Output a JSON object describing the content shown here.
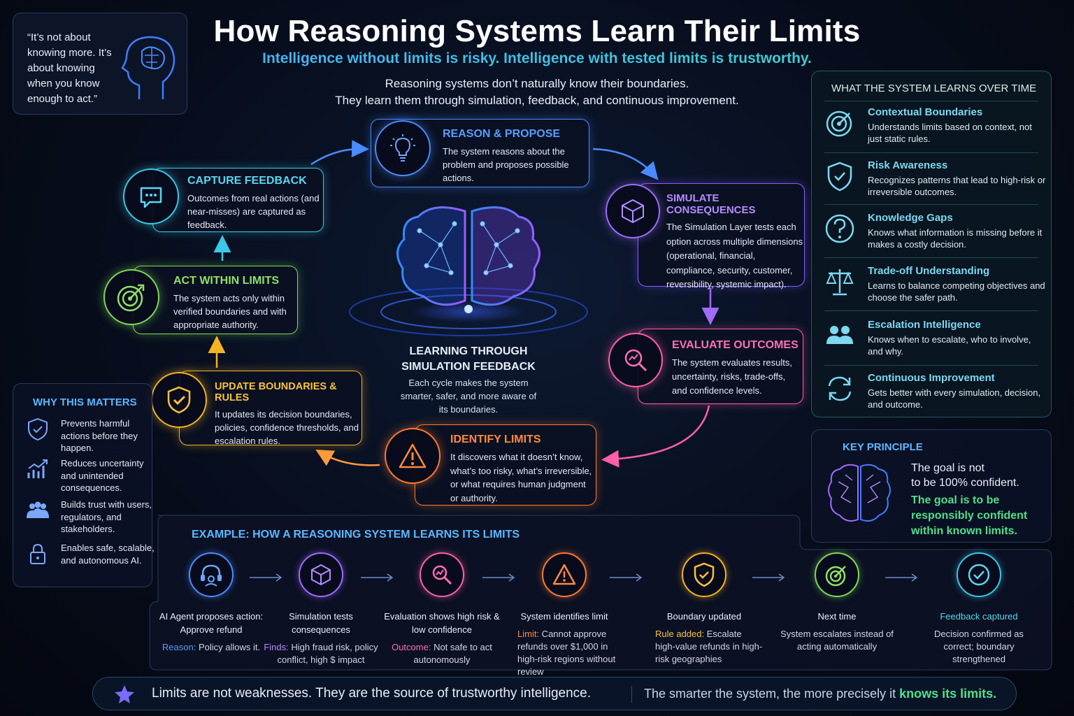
{
  "header": {
    "title": "How Reasoning Systems Learn Their Limits",
    "subtitle": "Intelligence without limits is risky. Intelligence with tested limits is trustworthy.",
    "intro_line1": "Reasoning systems don’t naturally know their boundaries.",
    "intro_line2": "They learn them through simulation, feedback, and continuous improvement."
  },
  "quote": {
    "text": "“It’s not about knowing more. It’s about knowing when you know enough to act.”"
  },
  "center": {
    "title_line1": "LEARNING THROUGH",
    "title_line2": "SIMULATION FEEDBACK",
    "desc": "Each cycle makes the system smarter, safer, and more aware of its boundaries."
  },
  "cycle": {
    "reason": {
      "title": "REASON & PROPOSE",
      "desc": "The system reasons about the problem and proposes possible actions.",
      "color": "#4a8cff"
    },
    "simulate": {
      "title": "SIMULATE CONSEQUENCES",
      "desc": "The Simulation Layer tests each option across multiple dimensions (operational, financial, compliance, security, customer, reversibility, systemic impact).",
      "color": "#a06bff"
    },
    "evaluate": {
      "title": "EVALUATE OUTCOMES",
      "desc": "The system evaluates results, uncertainty, risks, trade-offs, and confidence levels.",
      "color": "#ff5fa8"
    },
    "identify": {
      "title": "IDENTIFY LIMITS",
      "desc": "It discovers what it doesn’t know, what’s too risky, what’s irreversible, or what requires human judgment or authority.",
      "color": "#ff7a2e"
    },
    "update": {
      "title": "UPDATE BOUNDARIES & RULES",
      "desc": "It updates its decision boundaries, policies, confidence thresholds, and escalation rules.",
      "color": "#f5b324"
    },
    "act": {
      "title": "ACT WITHIN LIMITS",
      "desc": "The system acts only within verified boundaries and with appropriate authority.",
      "color": "#7ed957"
    },
    "capture": {
      "title": "CAPTURE FEEDBACK",
      "desc": "Outcomes from real actions (and near-misses) are captured as feedback.",
      "color": "#3cc8e6"
    }
  },
  "learns": {
    "heading": "WHAT THE SYSTEM LEARNS OVER TIME",
    "items": [
      {
        "title": "Contextual Boundaries",
        "desc": "Understands limits based on context, not just static rules.",
        "icon": "target-icon"
      },
      {
        "title": "Risk Awareness",
        "desc": "Recognizes patterns that lead to high-risk or irreversible outcomes.",
        "icon": "shield-icon"
      },
      {
        "title": "Knowledge Gaps",
        "desc": "Knows what information is missing before it makes a costly decision.",
        "icon": "question-icon"
      },
      {
        "title": "Trade-off Understanding",
        "desc": "Learns to balance competing objectives and choose the safer path.",
        "icon": "scales-icon"
      },
      {
        "title": "Escalation Intelligence",
        "desc": "Knows when to escalate, who to involve, and why.",
        "icon": "people-icon"
      },
      {
        "title": "Continuous Improvement",
        "desc": "Gets better with every simulation, decision, and outcome.",
        "icon": "refresh-icon"
      }
    ]
  },
  "principle": {
    "heading": "KEY PRINCIPLE",
    "line1": "The goal is not",
    "line2": "to be 100% confident.",
    "highlight1": "The goal is to be",
    "highlight2": "responsibly confident",
    "highlight3": "within known limits."
  },
  "why": {
    "heading": "WHY THIS MATTERS",
    "items": [
      {
        "text": "Prevents harmful actions before they happen.",
        "icon": "shield-check-icon"
      },
      {
        "text": "Reduces uncertainty and unintended consequences.",
        "icon": "chart-up-icon"
      },
      {
        "text": "Builds trust with users, regulators, and stakeholders.",
        "icon": "people-icon"
      },
      {
        "text": "Enables safe, scalable, and autonomous AI.",
        "icon": "lock-icon"
      }
    ]
  },
  "example": {
    "heading": "EXAMPLE: HOW A REASONING SYSTEM LEARNS ITS LIMITS",
    "steps": [
      {
        "title": "AI Agent proposes action: Approve refund",
        "label": "Reason:",
        "detail": " Policy allows it.",
        "color": "#4a8cff"
      },
      {
        "title": "Simulation tests consequences",
        "label": "Finds:",
        "detail": " High fraud risk, policy conflict, high $ impact",
        "color": "#a06bff"
      },
      {
        "title": "Evaluation shows high risk & low confidence",
        "label": "Outcome:",
        "detail": " Not safe to act autonomously",
        "color": "#ff5fa8"
      },
      {
        "title": "System identifies limit",
        "label": "Limit:",
        "detail": " Cannot approve refunds over $1,000 in high-risk regions without review",
        "color": "#ff7a2e"
      },
      {
        "title": "Boundary updated",
        "label": "Rule added:",
        "detail": " Escalate high-value refunds in high-risk geographies",
        "color": "#f5b324"
      },
      {
        "title": "Next time",
        "label": "",
        "detail": "System escalates instead of acting automatically",
        "color": "#7ed957"
      },
      {
        "title": "Feedback captured",
        "label": "",
        "detail": "Decision confirmed as correct; boundary strengthened",
        "color": "#3cc8e6"
      }
    ]
  },
  "footer": {
    "left": "Limits are not weaknesses. They are the source of trustworthy intelligence.",
    "right_pre": "The smarter the system, the more precisely it ",
    "right_highlight": "knows its limits."
  }
}
